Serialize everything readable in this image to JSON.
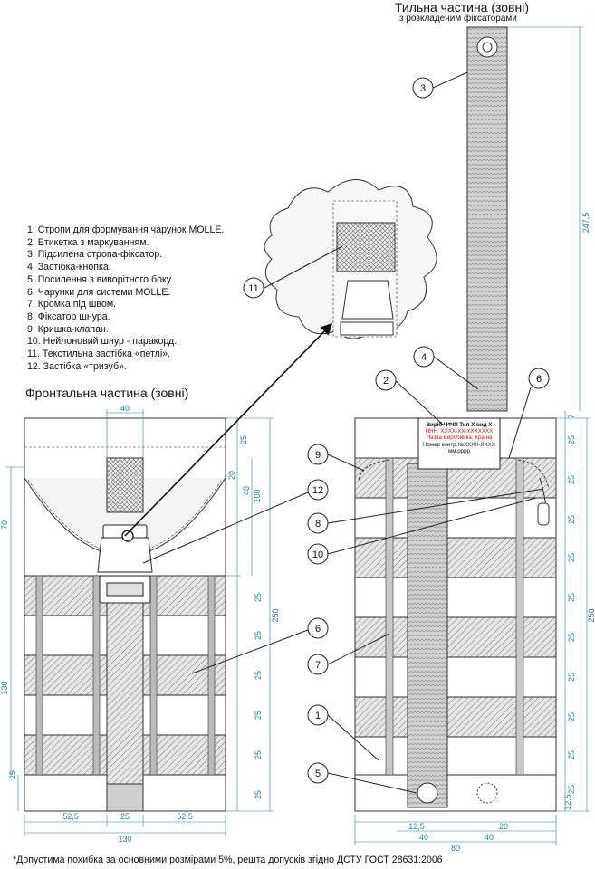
{
  "legend": [
    "1.  Стропи для формування чарунок MOLLE.",
    "2.  Етикетка з маркуванням.",
    "3.  Підсилена стропа-фіксатор.",
    "4.  Застібка-кнопка.",
    "5.  Посилення з виворітного боку",
    "6.  Чарунки для системи MOLLE.",
    "7.  Кромка під швом.",
    "8.  Фіксатор шнура.",
    "9.  Кришка-клапан.",
    "10. Нейлоновий шнур - паракорд.",
    "11. Текстильна застібка «петлі».",
    "12. Застібка «тризуб»."
  ],
  "titles": {
    "front": "Фронтальна частина (зовні)",
    "back": "Тильна частина (зовні)",
    "back_sub": "з розкладеним фіксаторами"
  },
  "label_tag": {
    "line1": "Виріб ЧФІП Тип Х вид Х",
    "line2": "ННН: ХХХХ-ХХ-ХХХХХХХ",
    "line3": "Назва Виробника. Країна",
    "line4": "Номер контр.№ХХХХ-ХХХХ",
    "line5": "мм.рррр"
  },
  "callouts": {
    "c1": "1",
    "c2": "2",
    "c3": "3",
    "c4": "4",
    "c5": "5",
    "c6a": "6",
    "c6b": "6",
    "c7": "7",
    "c8": "8",
    "c9": "9",
    "c10": "10",
    "c11": "11",
    "c12": "12"
  },
  "dims": {
    "f_top40": "40",
    "f_r25": "25",
    "f_r20": "20",
    "f_r40": "40",
    "f_r100": "100",
    "f_m1": "25",
    "f_m2": "25",
    "f_m3": "25",
    "f_m4": "25",
    "f_m5": "25",
    "f_m6": "25",
    "f_250": "250",
    "f_l70": "70",
    "f_l130": "130",
    "f_l25": "25",
    "f_b525a": "52,5",
    "f_b25": "25",
    "f_b525b": "52,5",
    "f_b130": "130",
    "b_2475": "247,5",
    "b_7": "7",
    "b_r1": "25",
    "b_r2": "25",
    "b_r3": "25",
    "b_r4": "25",
    "b_r5": "25",
    "b_r6": "25",
    "b_r7": "25",
    "b_r8": "25",
    "b_r9": "25",
    "b_r10": "25",
    "b_125r": "12,5",
    "b_250": "250",
    "b_125": "12,5",
    "b_20": "20",
    "b_40a": "40",
    "b_40b": "40",
    "b_80": "80"
  },
  "footnote": "*Допустима похибка за основними розмірами 5%, решта допусків згідно ДСТУ ГОСТ 28631:2006",
  "colors": {
    "line": "#222222",
    "dim": "#2a7fa8",
    "label_red": "#d11111",
    "shade": "#dddddd"
  }
}
